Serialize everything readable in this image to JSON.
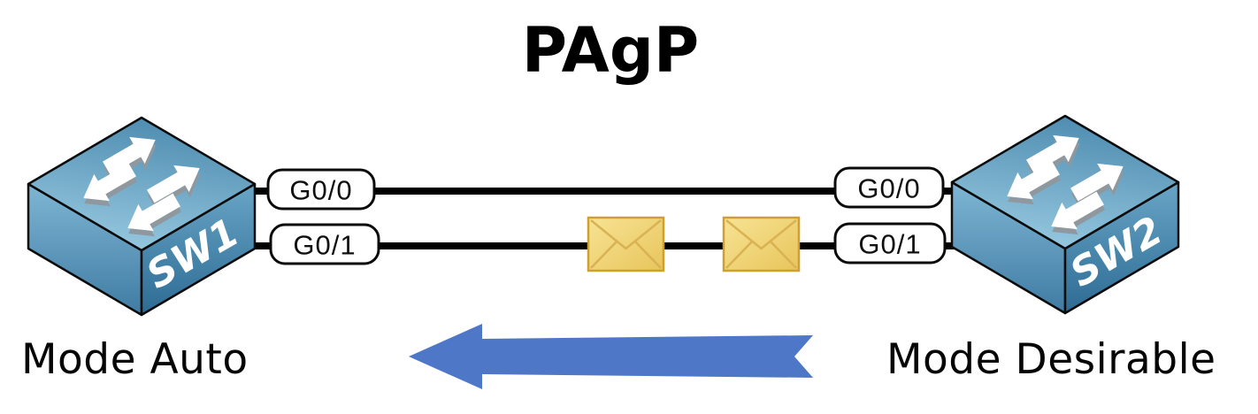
{
  "title": "PAgP",
  "sw1": {
    "name": "SW1",
    "mode": "Mode Auto",
    "ports": {
      "top": "G0/0",
      "bottom": "G0/1"
    }
  },
  "sw2": {
    "name": "SW2",
    "mode": "Mode Desirable",
    "ports": {
      "top": "G0/0",
      "bottom": "G0/1"
    }
  },
  "links": [
    {
      "a": "SW1 G0/0",
      "b": "SW2 G0/0",
      "packets_shown": 0
    },
    {
      "a": "SW1 G0/1",
      "b": "SW2 G0/1",
      "packets_shown": 2
    }
  ],
  "arrow": {
    "direction": "left",
    "from": "SW2",
    "to": "SW1",
    "color": "#4E78C7"
  },
  "icons": {
    "switch": "cisco-switch-icon",
    "packet": "envelope-icon",
    "direction": "left-arrow-icon"
  },
  "colors": {
    "link": "#000000",
    "envelope_fill": "#F0D276",
    "envelope_border": "#CE9F33",
    "switch_top_light": "#9ACBE2",
    "switch_top_dark": "#4E8CB0",
    "switch_front_dark": "#2E6B94",
    "label_bg": "#FFFFFF",
    "text": "#000000"
  }
}
